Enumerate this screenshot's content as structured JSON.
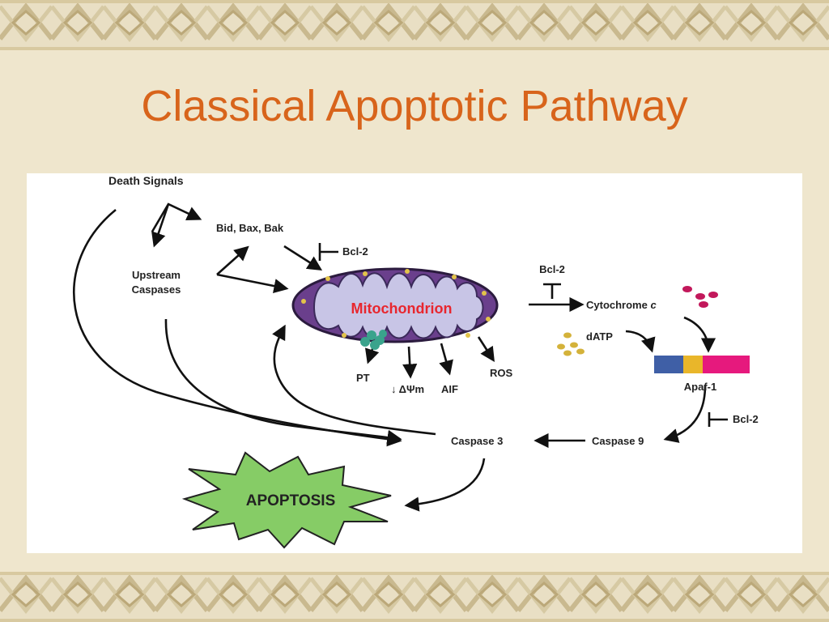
{
  "slide": {
    "title": "Classical Apoptotic Pathway"
  },
  "diagram": {
    "labels": {
      "death_signals": "Death Signals",
      "bid_bax_bak": "Bid, Bax, Bak",
      "bcl2_top": "Bcl-2",
      "upstream_line1": "Upstream",
      "upstream_line2": "Caspases",
      "mitochondrion": "Mitochondrion",
      "bcl2_mid": "Bcl-2",
      "cytochrome": "Cytochrome",
      "cytochrome_c": "c",
      "datp": "dATP",
      "apaf1": "Apaf-1",
      "bcl2_bottom": "Bcl-2",
      "pt": "PT",
      "delta_psi_m": "ΔΨm",
      "aif": "AIF",
      "ros": "ROS",
      "caspase3": "Caspase 3",
      "caspase9": "Caspase 9",
      "apoptosis": "APOPTOSIS"
    },
    "colors": {
      "title": "#d8641b",
      "mitochondrion_outer": "#6a3f8c",
      "mitochondrion_inner": "#c8c5e6",
      "mitochondrion_label": "#e8262e",
      "cytochrome_dots": "#c2185b",
      "datp_dots": "#d4b23a",
      "apaf_blue": "#3f5fa6",
      "apaf_gold": "#e9b62a",
      "apaf_pink": "#e6197d",
      "apoptosis_fill": "#86cc66",
      "granule_teal": "#3aa38c"
    }
  }
}
